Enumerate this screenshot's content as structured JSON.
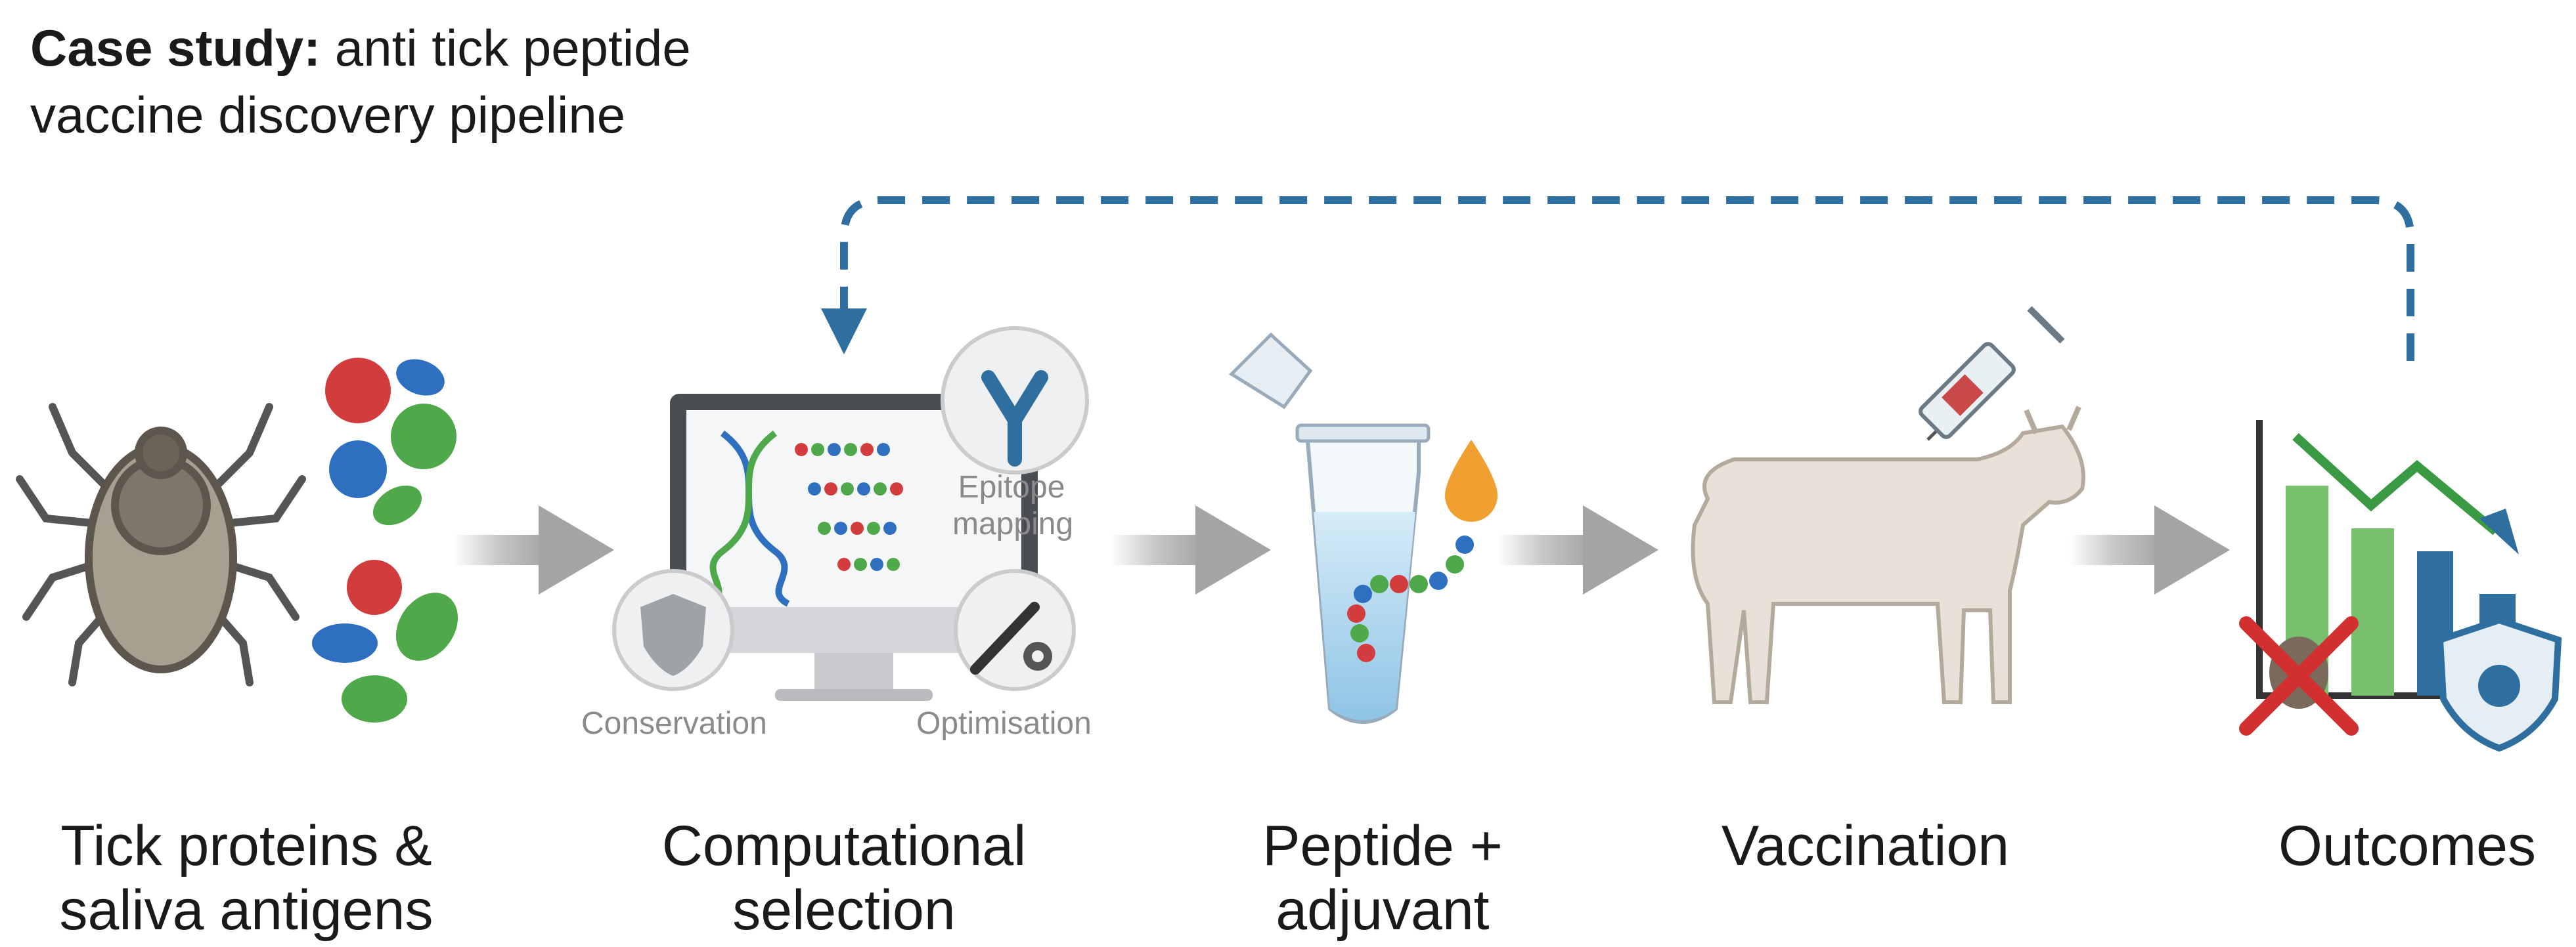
{
  "title": {
    "bold": "Case study:",
    "line1_rest": " anti tick peptide",
    "line2": "vaccine discovery pipeline"
  },
  "stages": [
    {
      "id": "tick",
      "line1": "Tick proteins &",
      "line2": "saliva antigens"
    },
    {
      "id": "computational",
      "line1": "Computational",
      "line2": "selection"
    },
    {
      "id": "peptide",
      "line1": "Peptide +",
      "line2": "adjuvant"
    },
    {
      "id": "vaccination",
      "line1": "Vaccination",
      "line2": ""
    },
    {
      "id": "outcomes",
      "line1": "Outcomes",
      "line2": ""
    }
  ],
  "computational_labels": {
    "epitope_line1": "Epitope",
    "epitope_line2": "mapping",
    "conservation": "Conservation",
    "optimisation": "Optimisation"
  },
  "colors": {
    "feedback_arrow": "#2f6f9f",
    "flow_arrow": "#a8a8a8",
    "red_antigen": "#d23c3c",
    "green_antigen": "#4fa84a",
    "blue_antigen": "#2f6fc0",
    "adjuvant_orange": "#f0a030"
  }
}
